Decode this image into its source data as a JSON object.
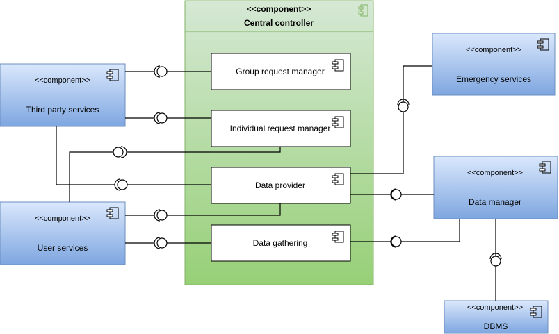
{
  "controller": {
    "stereotype": "<<component>>",
    "name": "Central controller"
  },
  "internal_components": {
    "group_request_manager": "Group request manager",
    "individual_request_manager": "Individual request manager",
    "data_provider": "Data provider",
    "data_gathering": "Data gathering"
  },
  "external_components": {
    "third_party": {
      "stereotype": "<<component>>",
      "name": "Third party services"
    },
    "user_services": {
      "stereotype": "<<component>>",
      "name": "User services"
    },
    "emergency": {
      "stereotype": "<<component>>",
      "name": "Emergency services"
    },
    "data_manager": {
      "stereotype": "<<component>>",
      "name": "Data manager"
    },
    "dbms": {
      "stereotype": "<<component>>",
      "name": "DBMS"
    }
  },
  "colors": {
    "controller_fill_top": "#d5e8d4",
    "controller_fill_bottom": "#97d077",
    "controller_stroke": "#82b366",
    "blue_fill_top": "#dae8fc",
    "blue_fill_bottom": "#7ea6e0",
    "blue_stroke": "#6c8ebf",
    "line": "#000000"
  }
}
